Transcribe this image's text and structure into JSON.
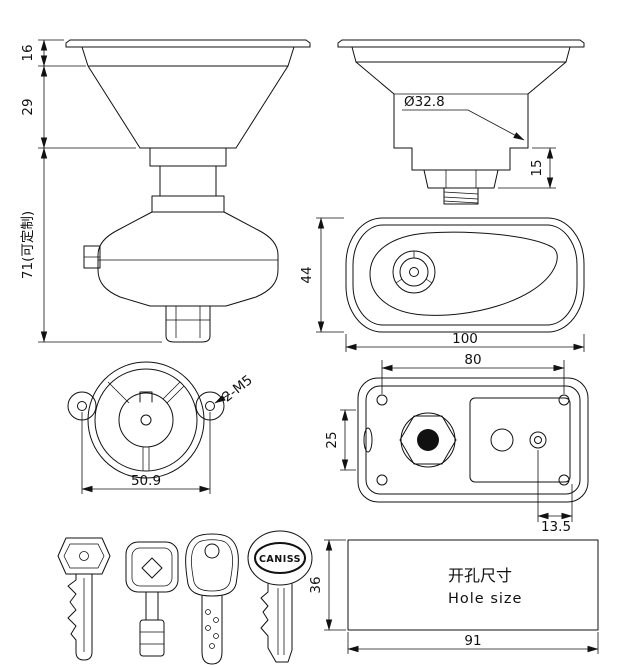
{
  "page": {
    "background": "#ffffff",
    "ink": "#111111"
  },
  "views": {
    "side_left": {
      "dim_flange": "16",
      "dim_neck": "29",
      "dim_total": "71(可定制)"
    },
    "side_right": {
      "dim_diameter": "Ø32.8",
      "dim_stud": "15"
    },
    "front": {
      "dim_height": "44",
      "dim_width": "100"
    },
    "back": {
      "dim_hole_spacing": "50.9",
      "dim_thread": "2-M5"
    },
    "plate": {
      "dim_width": "80",
      "dim_height": "25",
      "dim_offset": "13.5"
    },
    "hole": {
      "label_cn": "开孔尺寸",
      "label_en": "Hole size",
      "dim_height": "36",
      "dim_width": "91"
    },
    "keys": {
      "brand": "CANISS"
    }
  }
}
